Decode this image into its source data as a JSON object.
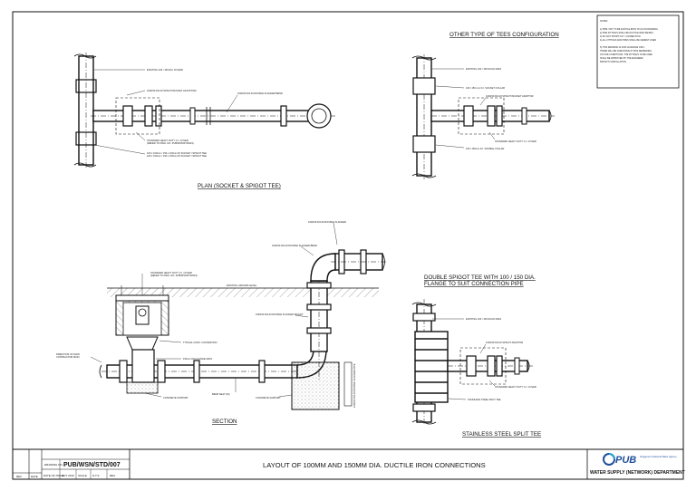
{
  "drawing": {
    "main_title": "LAYOUT OF 100MM AND 150MM DIA. DUCTILE IRON CONNECTIONS",
    "drawing_no_label": "DRAWING NO.",
    "drawing_no": "PUB/WSN/STD/007",
    "department": "WATER SUPPLY (NETWORK) DEPARTMENT",
    "logo": "PUB",
    "logo_tagline": "Singapore's National Water Agency",
    "tb_row2": [
      "DATE OF ISSUE",
      "OCT 2010",
      "SCALE",
      "N.T.S.",
      "REV."
    ],
    "rev_cols": [
      "REV",
      "DATE"
    ]
  },
  "sections": {
    "plan_title": "PLAN (SOCKET & SPIGOT TEE)",
    "other_title": "OTHER TYPE OF TEES CONFIGURATION",
    "section_title": "SECTION",
    "double_title_1": "DOUBLE SPIGOT TEE WITH 100 / 150 DIA.",
    "double_title_2": "FLANGE TO SUIT CONNECTION PIPE",
    "split_title": "STAINLESS STEEL SPLIT TEE"
  },
  "notes": {
    "heading": "NOTES:",
    "lines": [
      "1) PIPE: NOT TO BE DUCTILE IRON TO AS ON DRAWING",
      "2) PIPE FITTINGS SHALL BE DUCTILE IRON PE/DFS",
      "3) DO NOT SHORT CUT / CONNECTION",
      "4) ALL FITTINGS AND PIPES SHALL BE CEMENT LINED",
      "",
      "5) THIS DRAWING IS FOR GUIDANCE ONLY.",
      "   THERE WILL BE VARIATIONS AT SITE DEPENDING",
      "   ON SITE CONDITIONS. THE FITTINGS TO BE USED",
      "   SHALL BE APPROVED BY THE ENGINEER",
      "   PRIOR TO INSTALLATION."
    ]
  },
  "labels": {
    "plan": [
      "EXISTING 100 / 150 DIA. DI MAIN",
      "100/150 DIA DI SPIGOT/SOCKET ADJUSTING",
      "100/150 DIA DI DOUBLE FLANGED BEND",
      "STANDARD HEAVY DUTY C.I. COVER",
      "(REFER TO DWG. NO. PUB/WSN/STD/023)",
      "100 x 100mm / 150 x 100mm DI SOCKET / SPIGOT TEE",
      "100 x 150mm / 150 x 150mm DI SOCKET / SPIGOT TEE"
    ],
    "other": [
      "EXISTING 100 / 150 DIA DI MAIN",
      "100 / 150 mm D.I. SOCKET COLLAR",
      "100/150 DIA DI SPIGOT/SOCKET ADAPTOR",
      "STANDARD HEAVY DUTY C.I. COVER",
      "100 / 150mm D.I. DOUBLE COLLAR"
    ],
    "section": [
      "100/150 DIA DI DOUBLE FLANGED",
      "100/150 DIA DI DOUBLE FLANGED BEND",
      "STANDARD HEAVY DUTY C.I. COVER",
      "(REFER TO DWG. NO. PUB/WSN/STD/023)",
      "EXISTING GROUND LEVEL",
      "100/150 DIA DI DOUBLE FLANGED SPIGOT",
      "TYPICAL CONC. FOUNDATION",
      "DIRECTION OF MAIN",
      "CONTRACTOR MAIN",
      "150mm DIA FLANGE MAIN",
      "CONCRETE SUPPORT",
      "BEND SEAT (DI)",
      "CONCRETE SUPPORT",
      "100/150 DIA DI DOUBLE FLANGED PIPE"
    ],
    "double": [
      "EXISTING 100 / 150 DIA DI MAIN",
      "100/150 DIA DI SPIGOT ADAPTOR",
      "STANDARD HEAVY DUTY C.I. COVER",
      "STAINLESS STEEL SPLIT TEE"
    ]
  }
}
